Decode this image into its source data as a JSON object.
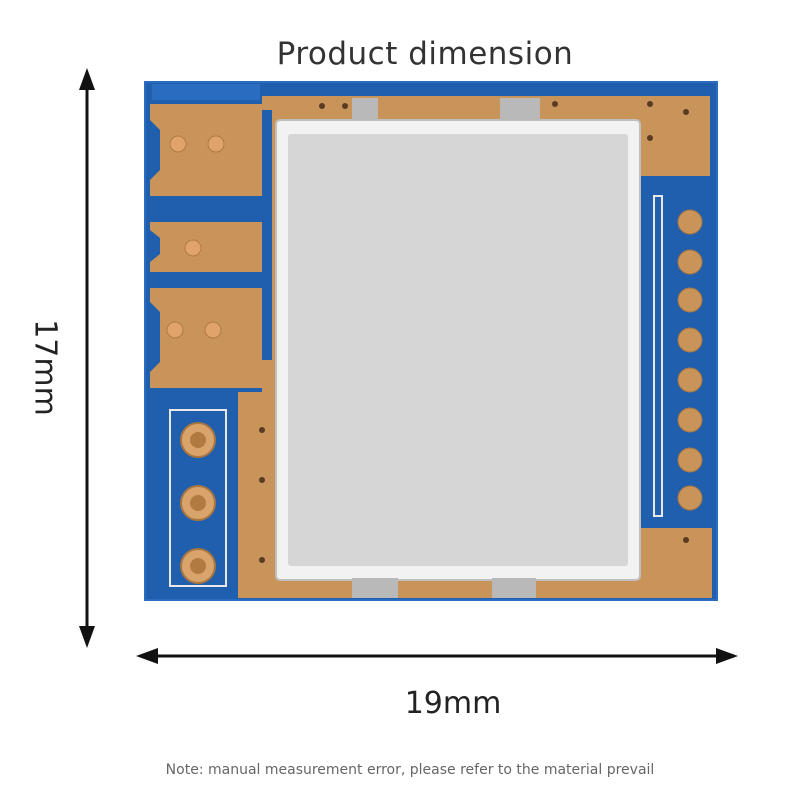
{
  "title": "Product dimension",
  "width_label": "19mm",
  "height_label": "17mm",
  "note": "Note: manual measurement error, please refer to the material prevail",
  "colors": {
    "pcb_blue": "#1f5fae",
    "copper": "#c9945a",
    "shield": "#d6d6d6",
    "arrow": "#111111"
  }
}
